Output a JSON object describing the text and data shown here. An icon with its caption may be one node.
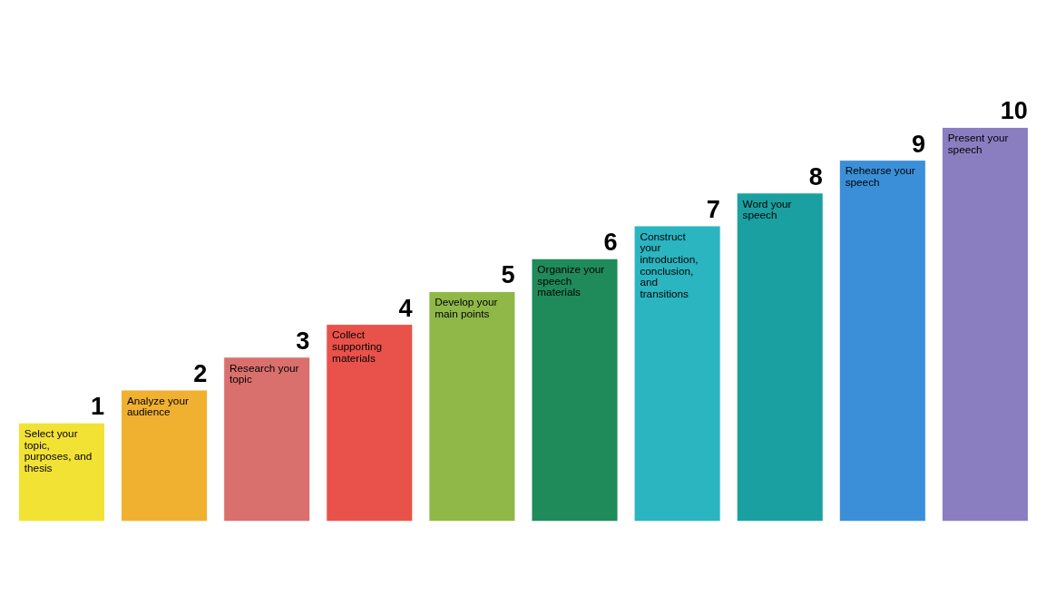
{
  "diagram": {
    "nodes": [
      {
        "text": [
          "1",
          "Select your topic, purposes, and thesis"
        ]
      },
      {
        "text": [
          "2",
          "Analyze your audience"
        ]
      },
      {
        "text": [
          "3",
          "Research your topic"
        ]
      },
      {
        "text": [
          "4",
          "Collect supporting materials"
        ]
      },
      {
        "text": [
          "5",
          "Develop your main points"
        ]
      },
      {
        "text": [
          "6",
          "Organize your speech materials"
        ]
      },
      {
        "text": [
          "7",
          "Construct your introduction, conclusion, and transitions"
        ]
      },
      {
        "text": [
          "8",
          "Word your speech"
        ]
      },
      {
        "text": [
          "9",
          "Rehearse your speech"
        ]
      },
      {
        "text": [
          "10",
          "Present your speech"
        ]
      }
    ]
  }
}
